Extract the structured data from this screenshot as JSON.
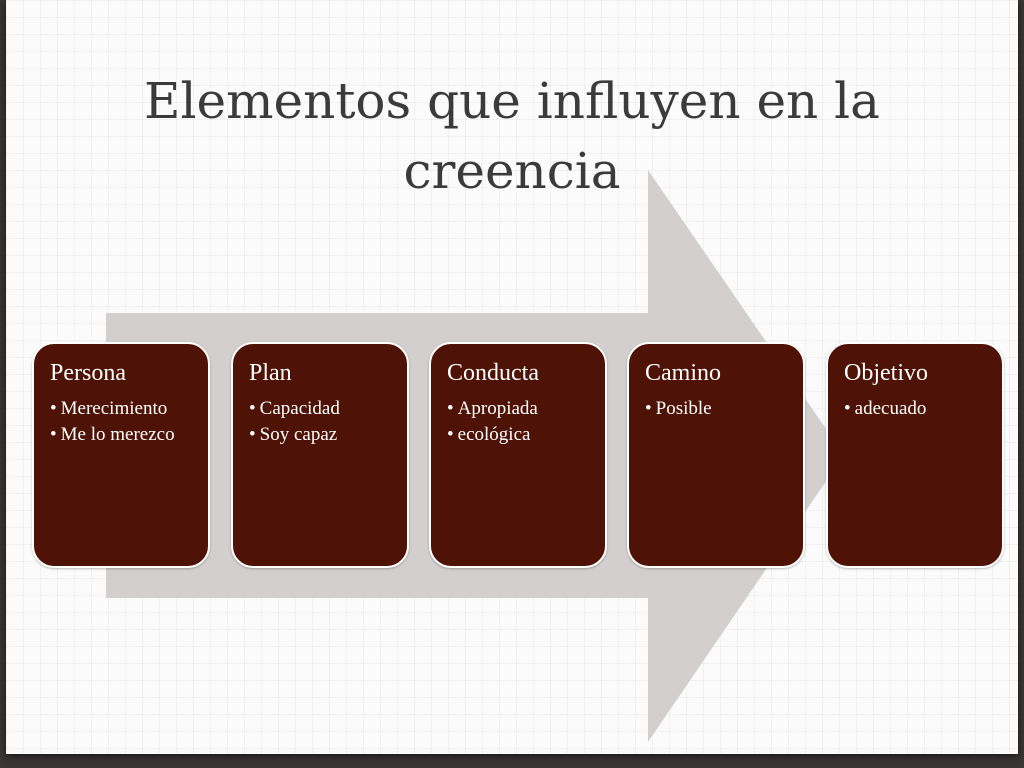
{
  "slide": {
    "title_line1": "Elementos que influyen en la",
    "title_line2": "creencia"
  },
  "colors": {
    "box_fill": "#4f1206",
    "box_border": "#ffffff",
    "arrow_fill": "#d3cfcf",
    "title_text": "#3b3b3b",
    "background": "#fbfbfb"
  },
  "diagram": {
    "type": "process-arrow",
    "steps": [
      {
        "label": "Persona",
        "items": [
          "Merecimiento",
          "Me lo merezco"
        ]
      },
      {
        "label": "Plan",
        "items": [
          "Capacidad",
          "Soy capaz"
        ]
      },
      {
        "label": "Conducta",
        "items": [
          "Apropiada",
          "ecológica"
        ]
      },
      {
        "label": "Camino",
        "items": [
          "Posible"
        ]
      },
      {
        "label": "Objetivo",
        "items": [
          "adecuado"
        ]
      }
    ]
  }
}
